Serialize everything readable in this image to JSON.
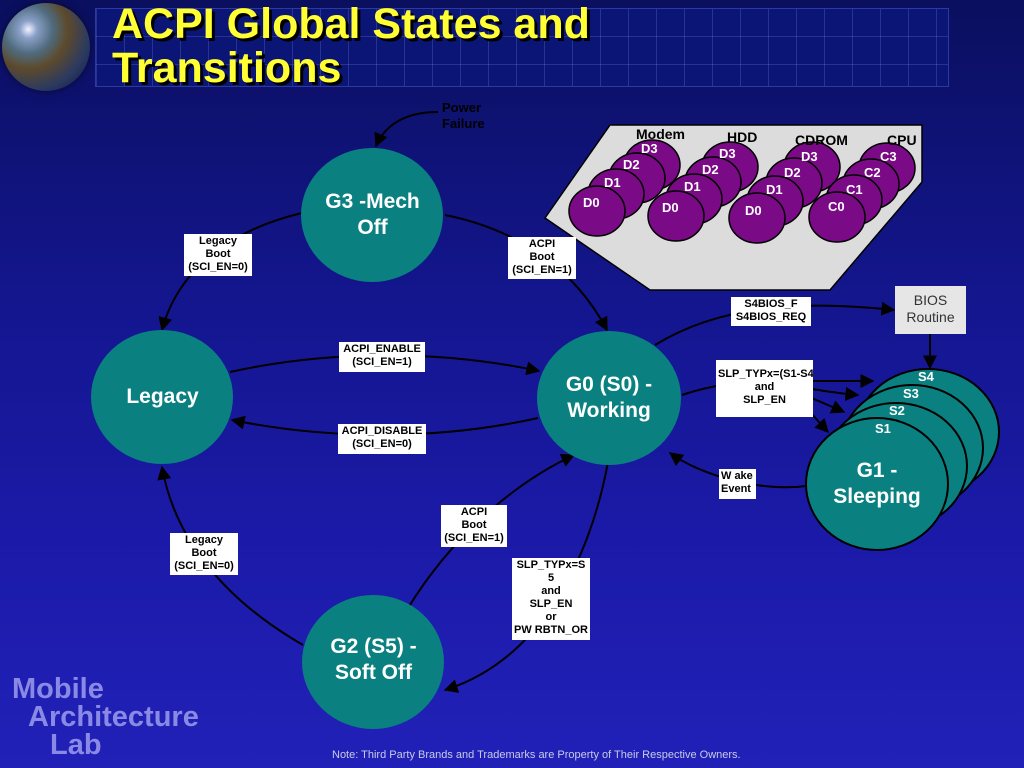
{
  "slide": {
    "title_line1": "ACPI Global States and",
    "title_line2": "Transitions",
    "note": "Note: Third Party Brands and Trademarks are Property of Their Respective Owners.",
    "brand_line1": "Mobile",
    "brand_line2": "Architecture",
    "brand_line3": "Lab"
  },
  "states": {
    "g3_line1": "G3 -Mech",
    "g3_line2": "Off",
    "legacy": "Legacy",
    "g0_line1": "G0 (S0) -",
    "g0_line2": "Working",
    "g2_line1": "G2 (S5) -",
    "g2_line2": "Soft Off",
    "g1_line1": "G1 -",
    "g1_line2": "Sleeping"
  },
  "sleep_states": [
    "S4",
    "S3",
    "S2",
    "S1"
  ],
  "power_failure": {
    "line1": "Power",
    "line2": "Failure"
  },
  "transitions": {
    "legacy_boot_top": [
      "Legacy",
      "Boot",
      "(SCI_EN=0)"
    ],
    "acpi_boot_top": [
      "ACPI",
      "Boot",
      "(SCI_EN=1)"
    ],
    "acpi_enable": [
      "ACPI_ENABLE",
      "(SCI_EN=1)"
    ],
    "acpi_disable": [
      "ACPI_DISABLE",
      "(SCI_EN=0)"
    ],
    "legacy_boot_bottom": [
      "Legacy",
      "Boot",
      "(SCI_EN=0)"
    ],
    "acpi_boot_bottom": [
      "ACPI",
      "Boot",
      "(SCI_EN=1)"
    ],
    "slp_s5": [
      "SLP_TYPx=S",
      "5",
      "and",
      "SLP_EN",
      "or",
      "PW RBTN_OR"
    ],
    "s4bios": [
      "S4BIOS_F",
      "S4BIOS_REQ"
    ],
    "slp_s1s4": [
      "SLP_TYPx=(S1-S4)",
      "and",
      "SLP_EN"
    ],
    "wake": [
      "W ake",
      "Event"
    ]
  },
  "bios_routine": {
    "line1": "BIOS",
    "line2": "Routine"
  },
  "devices": {
    "headers": [
      "Modem",
      "HDD",
      "CDROM",
      "CPU"
    ],
    "modem": [
      "D3",
      "D2",
      "D1",
      "D0"
    ],
    "hdd": [
      "D3",
      "D2",
      "D1",
      "D0"
    ],
    "cdrom": [
      "D3",
      "D2",
      "D1",
      "D0"
    ],
    "cpu": [
      "C3",
      "C2",
      "C1",
      "C0"
    ]
  },
  "colors": {
    "state_fill": "#0a8080",
    "device_fill": "#7a0a85",
    "title": "#ffff33"
  }
}
